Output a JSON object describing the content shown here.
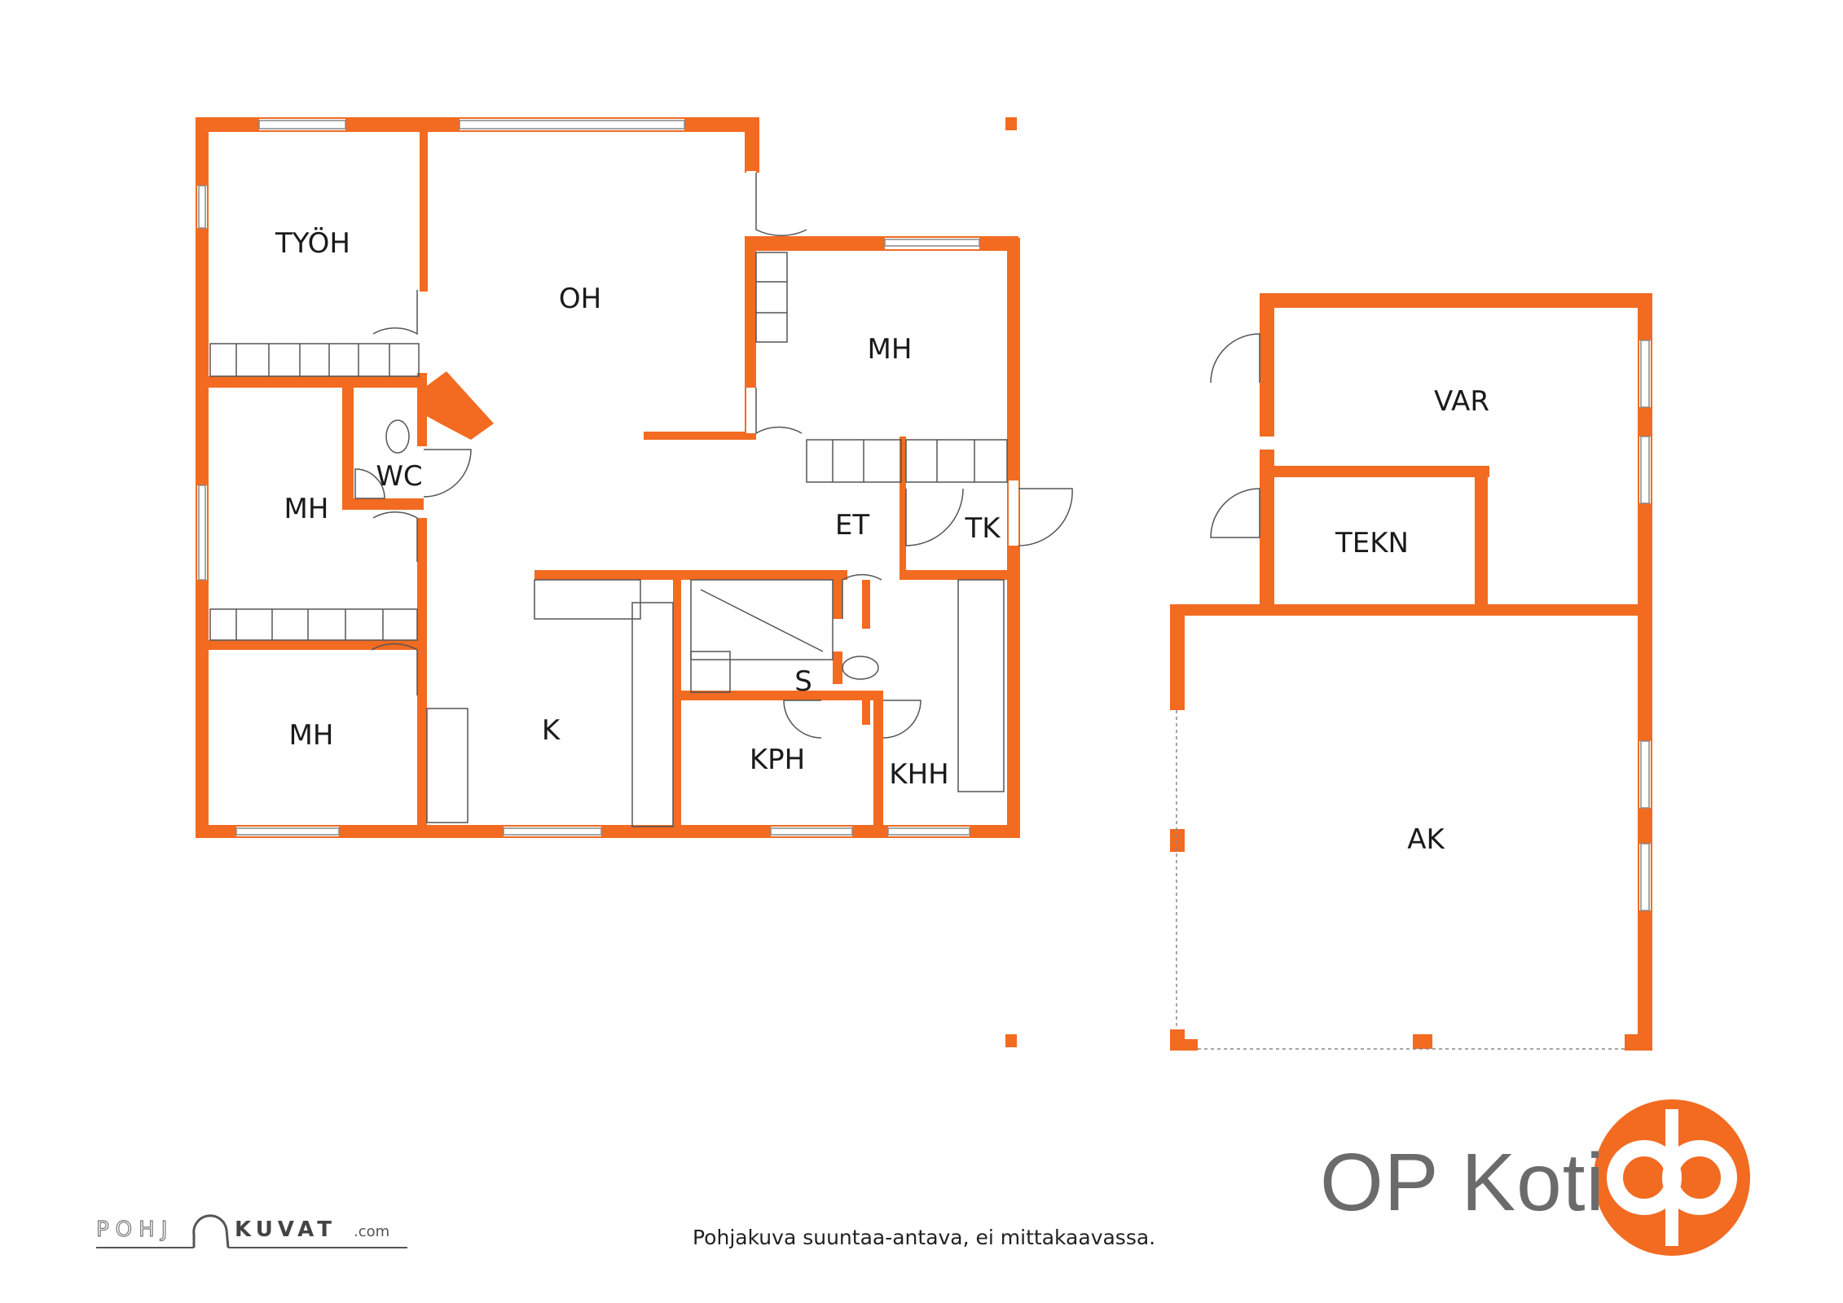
{
  "rooms": {
    "tyoh": "TYÖH",
    "oh": "OH",
    "mh_top": "MH",
    "mh_left": "MH",
    "mh_bottom": "MH",
    "wc": "WC",
    "et": "ET",
    "tk": "TK",
    "k": "K",
    "s": "S",
    "kph": "KPH",
    "khh": "KHH",
    "var": "VAR",
    "tekn": "TEKN",
    "ak": "AK"
  },
  "caption": "Pohjakuva suuntaa-antava, ei mittakaavassa.",
  "brand": {
    "name": "OP Koti",
    "logo": "op-logo",
    "accent": "#F26B21",
    "text_color": "#6b6b6b"
  },
  "watermark": {
    "left": "POHJ",
    "right": "KUVAT",
    "suffix": ".com"
  },
  "colors": {
    "wall": "#F26B21",
    "line": "#555555"
  }
}
